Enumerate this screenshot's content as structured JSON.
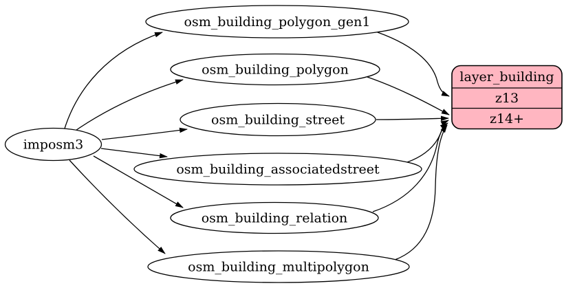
{
  "diagram": {
    "type": "etl-graph",
    "source": {
      "label": "imposm3"
    },
    "tables": [
      {
        "label": "osm_building_polygon_gen1"
      },
      {
        "label": "osm_building_polygon"
      },
      {
        "label": "osm_building_street"
      },
      {
        "label": "osm_building_associatedstreet"
      },
      {
        "label": "osm_building_relation"
      },
      {
        "label": "osm_building_multipolygon"
      }
    ],
    "layer": {
      "title": "layer_building",
      "rows": [
        "z13",
        "z14+"
      ]
    },
    "edges": [
      {
        "from": "imposm3",
        "to": "osm_building_polygon_gen1"
      },
      {
        "from": "imposm3",
        "to": "osm_building_polygon"
      },
      {
        "from": "imposm3",
        "to": "osm_building_street"
      },
      {
        "from": "imposm3",
        "to": "osm_building_associatedstreet"
      },
      {
        "from": "imposm3",
        "to": "osm_building_relation"
      },
      {
        "from": "imposm3",
        "to": "osm_building_multipolygon"
      },
      {
        "from": "osm_building_polygon_gen1",
        "to": "layer_building:z13"
      },
      {
        "from": "osm_building_polygon",
        "to": "layer_building:z14+"
      },
      {
        "from": "osm_building_street",
        "to": "layer_building:z14+"
      },
      {
        "from": "osm_building_associatedstreet",
        "to": "layer_building:z14+"
      },
      {
        "from": "osm_building_relation",
        "to": "layer_building:z14+"
      },
      {
        "from": "osm_building_multipolygon",
        "to": "layer_building:z14+"
      }
    ],
    "colors": {
      "record_fill": "#ffb6c1",
      "node_fill": "#ffffff",
      "stroke": "#000000",
      "background": "#ffffff"
    }
  }
}
